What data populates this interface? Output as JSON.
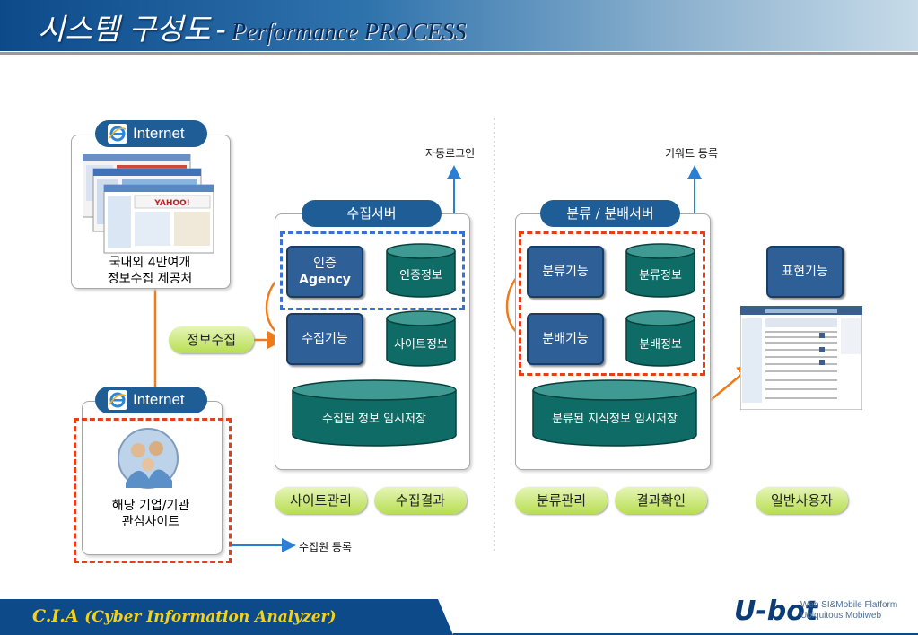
{
  "header": {
    "title_ko": "시스템 구성도",
    "title_dash": "-",
    "title_en": "Performance PROCESS"
  },
  "left": {
    "internet_top": "Internet",
    "source_caption_1": "국내외 4만여개",
    "source_caption_2": "정보수집 제공처",
    "collect_pill": "정보수집",
    "internet_bottom": "Internet",
    "interest_caption_1": "해당 기업/기관",
    "interest_caption_2": "관심사이트",
    "register_label": "수집원 등록"
  },
  "collect_server": {
    "title": "수집서버",
    "auto_login": "자동로그인",
    "auth_agency_1": "인증",
    "auth_agency_2": "Agency",
    "auth_info": "인증정보",
    "collect_func": "수집기능",
    "site_info": "사이트정보",
    "temp_store": "수집된 정보 임시저장",
    "btn_site_manage": "사이트관리",
    "btn_collect_result": "수집결과"
  },
  "classify_server": {
    "title": "분류 / 분배서버",
    "keyword_register": "키워드 등록",
    "classify_func": "분류기능",
    "classify_info": "분류정보",
    "distribute_func": "분배기능",
    "distribute_info": "분배정보",
    "temp_store": "분류된 지식정보 임시저장",
    "btn_classify_manage": "분류관리",
    "btn_result_check": "결과확인"
  },
  "presentation": {
    "express_func": "표현기능",
    "btn_general_user": "일반사용자"
  },
  "footer": {
    "product": "C.I.A",
    "product_full": "(Cyber Information Analyzer)",
    "logo": "U-bot",
    "tagline_1": "Web SI&Mobile Flatform",
    "tagline_2": "Ubiquitous Mobiweb"
  },
  "colors": {
    "header_blue": "#0d4a8a",
    "box_blue": "#2f5f97",
    "db_teal": "#0f6b66",
    "arrow_orange": "#ef7a1a",
    "arrow_blue": "#2a7fd4",
    "dash_red": "#e2401a",
    "dash_blue": "#3a6fd6",
    "pill_green": "#b8de52"
  }
}
